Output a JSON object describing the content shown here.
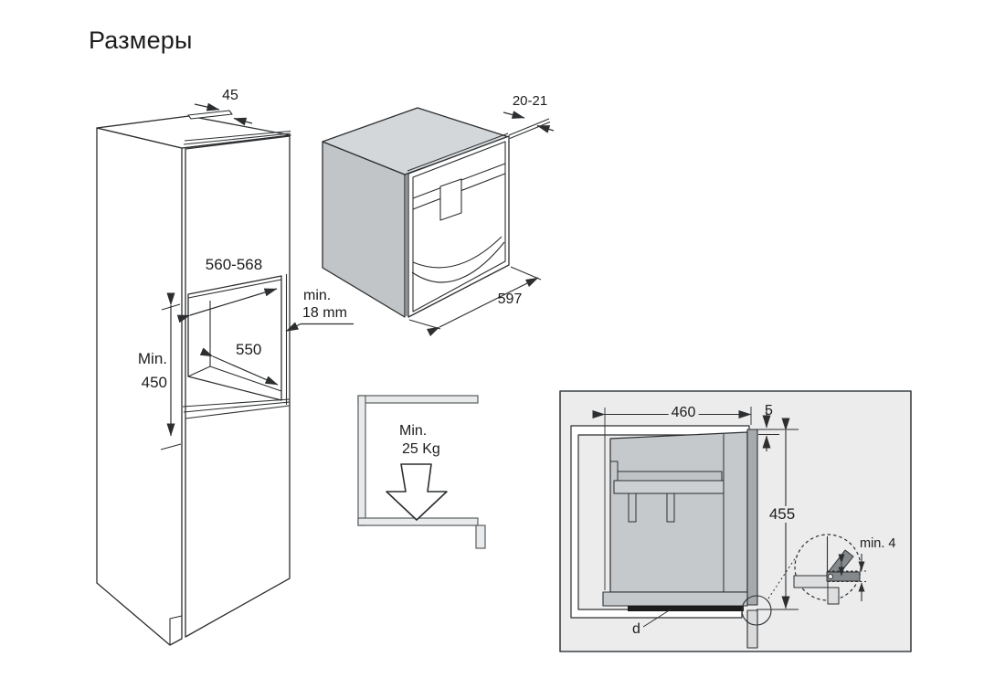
{
  "title": "Размеры",
  "colors": {
    "line": "#2c2e30",
    "panel_background": "#ececed",
    "appliance_gray": "#c6c9cb",
    "machine_top_gray": "#d4d7d9",
    "machine_side_gray": "#c2c5c7",
    "front_panel_dark": "#a7aaac",
    "skirt_strip_black": "#1c1c1c",
    "light_bar": "#dcdee0"
  },
  "figures": {
    "cabinet": {
      "name": "tall housing cabinet with niche",
      "top_depth": "45",
      "niche_width": "560-568",
      "wall_min_prefix": "min.",
      "wall_min_value": "18 mm",
      "niche_depth": "550",
      "niche_height_prefix": "Min.",
      "niche_height_value": "450"
    },
    "machine": {
      "name": "built-in coffee machine 3d view",
      "front_frame_thickness": "20-21",
      "width": "597"
    },
    "load": {
      "name": "shelf load requirement",
      "prefix": "Min.",
      "weight": "25 Kg"
    },
    "side_view": {
      "name": "installation side section",
      "appliance_depth": "460",
      "top_gap": "5",
      "niche_height": "455",
      "front_gap": "min. 4",
      "panel_label": "d"
    }
  }
}
